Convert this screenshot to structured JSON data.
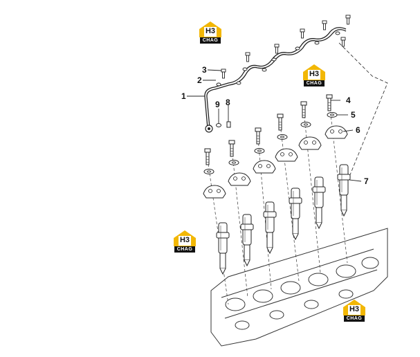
{
  "callouts": [
    "1",
    "2",
    "3",
    "4",
    "5",
    "6",
    "7",
    "8",
    "9"
  ],
  "logo": {
    "mark": "H3",
    "text": "CHAG",
    "colors": {
      "house": "#f2b705",
      "text_bg": "#111111",
      "text_fg": "#ffffff"
    },
    "count": 4
  },
  "colors": {
    "line": "#222222",
    "part_fill": "#ffffff"
  }
}
